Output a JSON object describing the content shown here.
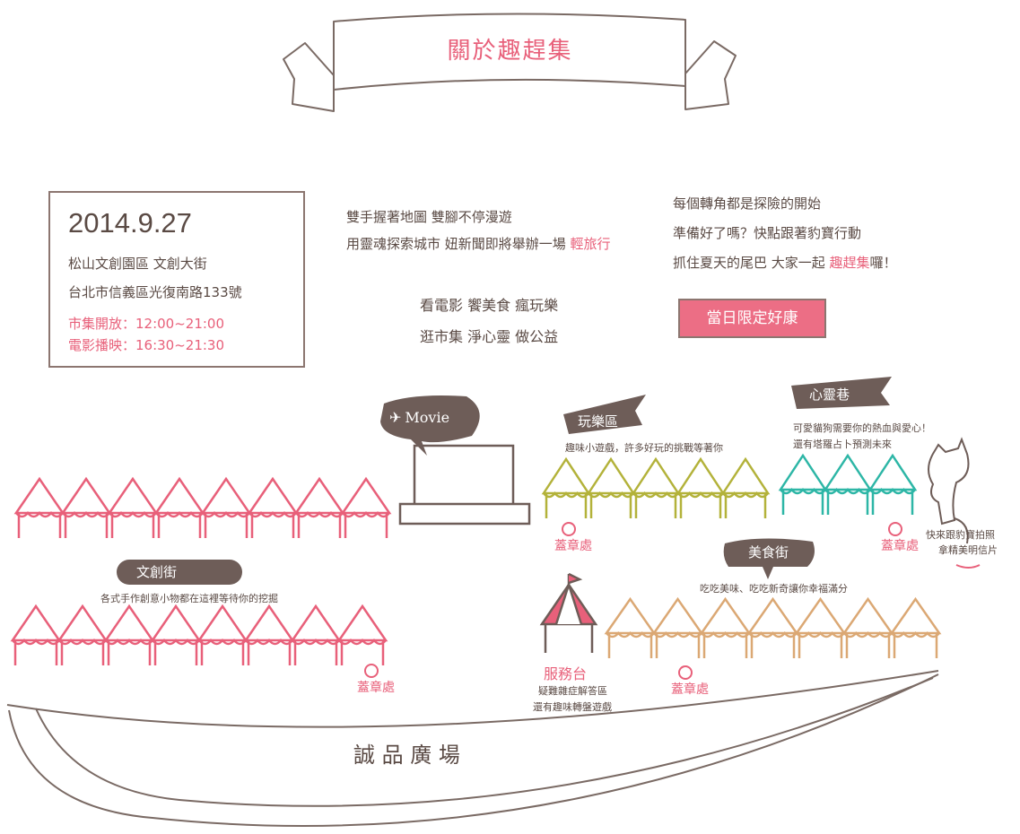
{
  "banner": {
    "title": "關於趣趕集"
  },
  "info": {
    "date": "2014.9.27",
    "address_line1": "松山文創園區 文創大街",
    "address_line2": "台北市信義區光復南路133號",
    "market_hours": "市集開放：12:00~21:00",
    "movie_hours": "電影播映：16:30~21:30"
  },
  "intro": {
    "line1": "雙手握著地圖  雙腳不停漫遊",
    "line2_prefix": "用靈魂探索城市  妞新聞即將舉辦一場 ",
    "line2_highlight": "輕旅行",
    "activities_row1": "看電影    饗美食    瘋玩樂",
    "activities_row2": "逛市集    淨心靈    做公益"
  },
  "adventure": {
    "line1": "每個轉角都是探險的開始",
    "line2": "準備好了嗎？快點跟著豹寶行動",
    "line3_prefix": "抓住夏天的尾巴    大家一起   ",
    "line3_highlight": "趣趕集",
    "line3_suffix": "囉！"
  },
  "deal_button": "當日限定好康",
  "map": {
    "movie_label": "Movie",
    "play_zone": {
      "title": "玩樂區",
      "desc": "趣味小遊戲，許多好玩的挑戰等著你"
    },
    "heart_lane": {
      "title": "心靈巷",
      "desc_line1": "可愛貓狗需要你的熱血與愛心！",
      "desc_line2": "還有塔羅占卜預測未來"
    },
    "photo": {
      "line1": "快來跟豹寶拍照",
      "line2": "拿精美明信片"
    },
    "creative_street": {
      "title": "文創街",
      "desc": "各式手作創意小物都在這裡等待你的挖掘"
    },
    "food_street": {
      "title": "美食街",
      "desc": "吃吃美味、吃吃新奇讓你幸福滿分"
    },
    "service_desk": {
      "title": "服務台",
      "desc_line1": "疑難雜症解答區",
      "desc_line2": "還有趣味轉盤遊戲"
    },
    "stamp_label": "蓋章處",
    "plaza": "誠 品 廣 場"
  },
  "colors": {
    "pink": "#e8607a",
    "olive": "#b3b23a",
    "teal": "#2db6a6",
    "tan": "#dba874",
    "brown": "#6e5d58"
  }
}
